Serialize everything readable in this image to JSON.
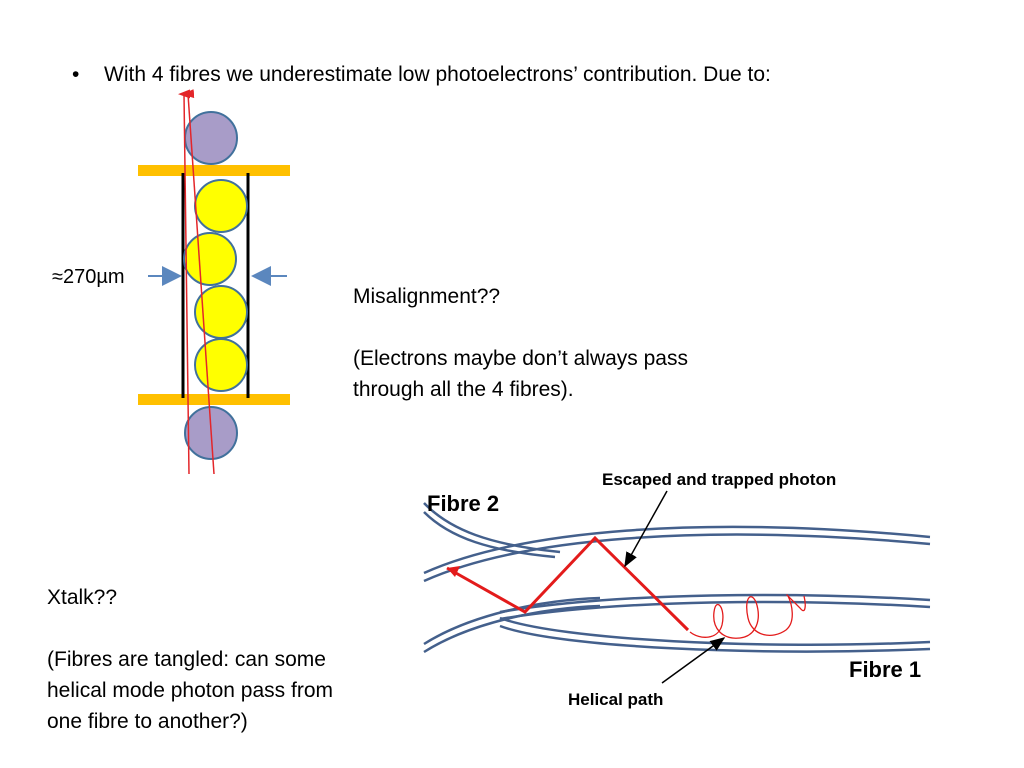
{
  "bullet": {
    "symbol": "•",
    "text": "With 4 fibres we underestimate low photoelectrons’ contribution. Due to:"
  },
  "fibre_stack": {
    "dimension_label": "≈270µm",
    "colors": {
      "outer_fibre": "#a89cc8",
      "inner_fibre": "#ffff00",
      "fibre_outline": "#41719c",
      "plate": "#ffc000",
      "wall": "#000000",
      "electron_track": "#e3262a",
      "dimension_arrow": "#5b87be"
    }
  },
  "misalignment": {
    "title": "Misalignment??",
    "body": "(Electrons maybe don’t always pass\nthrough all the 4 fibres)."
  },
  "xtalk": {
    "title": "Xtalk??",
    "body": "(Fibres are tangled: can some\nhelical mode photon pass from\none fibre to another?)"
  },
  "tangle_diagram": {
    "fibre2_label": "Fibre 2",
    "fibre1_label": "Fibre 1",
    "escaped_label": "Escaped and trapped photon",
    "helical_label": "Helical path",
    "colors": {
      "fibre_edge": "#44608c",
      "photon_path": "#e31b1b",
      "annotation_arrow": "#000000"
    }
  }
}
